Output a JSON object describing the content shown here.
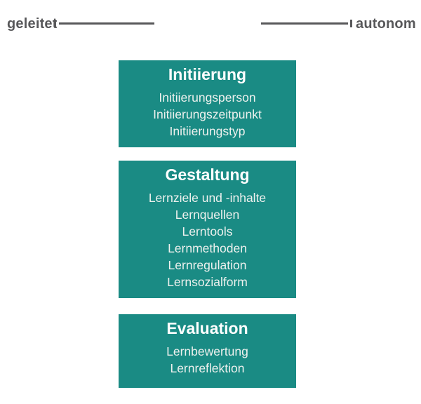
{
  "scale": {
    "left_label": "geleitet",
    "right_label": "autonom"
  },
  "boxes": [
    {
      "title": "Initiierung",
      "items": [
        "Initiierungsperson",
        "Initiierungszeitpunkt",
        "Initiierungstyp"
      ]
    },
    {
      "title": "Gestaltung",
      "items": [
        "Lernziele und -inhalte",
        "Lernquellen",
        "Lerntools",
        "Lernmethoden",
        "Lernregulation",
        "Lernsozialform"
      ]
    },
    {
      "title": "Evaluation",
      "items": [
        "Lernbewertung",
        "Lernreflektion"
      ]
    }
  ],
  "colors": {
    "box_background": "#1a8b84",
    "scale_gray": "#58585a",
    "title_text": "#ffffff",
    "item_text": "#eef1ee",
    "page_background": "#ffffff"
  }
}
